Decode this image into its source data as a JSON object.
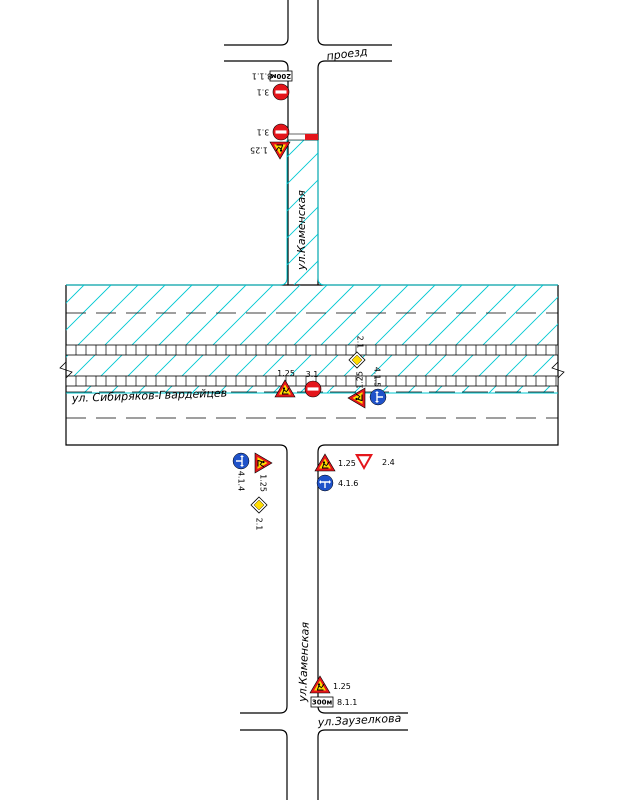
{
  "streets": {
    "proezd": "проезд",
    "kamenskaya_north": "ул.Каменская",
    "sibiryakov": "ул. Сибиряков-Гвардейцев",
    "kamenskaya_south": "ул.Каменская",
    "zauzelkova": "ул.Заузелкова"
  },
  "signs": {
    "n_8_1_1_code": "8.1.1",
    "n_8_1_1_plate": "200м",
    "n_3_1_a": "3.1",
    "n_3_1_b": "3.1",
    "n_1_25": "1.25",
    "c_1_25": "1.25",
    "c_3_1": "3.1",
    "c_2_1": "2.1",
    "c_1_25_b": "1.25",
    "c_4_1_5": "4.1.5",
    "sw_4_1_4": "4.1.4",
    "sw_1_25": "1.25",
    "sw_2_1": "2.1",
    "se_1_25": "1.25",
    "se_2_4": "2.4",
    "se_4_1_6": "4.1.6",
    "s_1_25": "1.25",
    "s_8_1_1_plate": "300м",
    "s_8_1_1_code": "8.1.1"
  },
  "colors": {
    "hatch": "#00c8d2",
    "sign_red": "#e4151b",
    "sign_blue": "#1f52c9",
    "sign_yellow": "#ffdc00",
    "road_line": "#000000"
  }
}
